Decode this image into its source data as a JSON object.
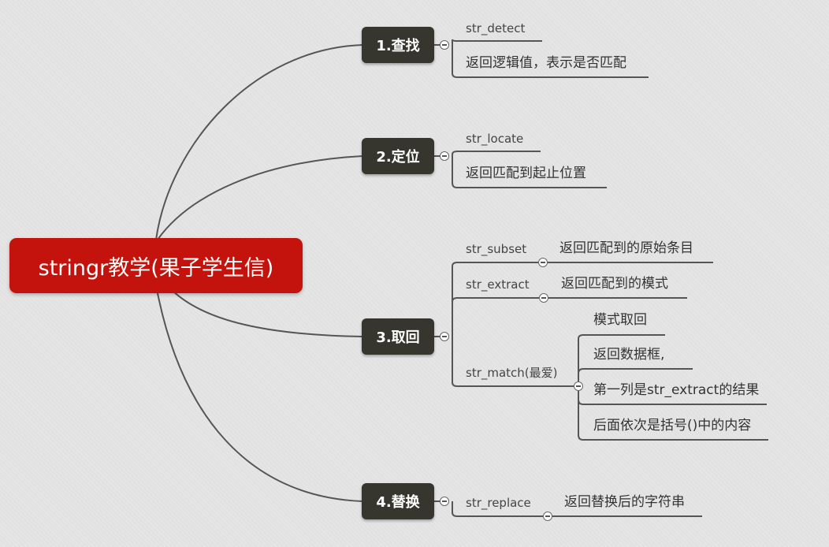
{
  "root": {
    "label": "stringr教学(果子学生信)"
  },
  "branches": [
    {
      "label": "1.查找",
      "items": [
        {
          "label": "str_detect"
        },
        {
          "label": "返回逻辑值，表示是否匹配"
        }
      ]
    },
    {
      "label": "2.定位",
      "items": [
        {
          "label": "str_locate"
        },
        {
          "label": "返回匹配到起止位置"
        }
      ]
    },
    {
      "label": "3.取回",
      "items": [
        {
          "label": "str_subset",
          "desc": "返回匹配到的原始条目"
        },
        {
          "label": "str_extract",
          "desc": "返回匹配到的模式"
        },
        {
          "label": "str_match(最爱)",
          "children": [
            "模式取回",
            "返回数据框,",
            "第一列是str_extract的结果",
            "后面依次是括号()中的内容"
          ]
        }
      ]
    },
    {
      "label": "4.替换",
      "items": [
        {
          "label": "str_replace",
          "desc": "返回替换后的字符串"
        }
      ]
    }
  ]
}
